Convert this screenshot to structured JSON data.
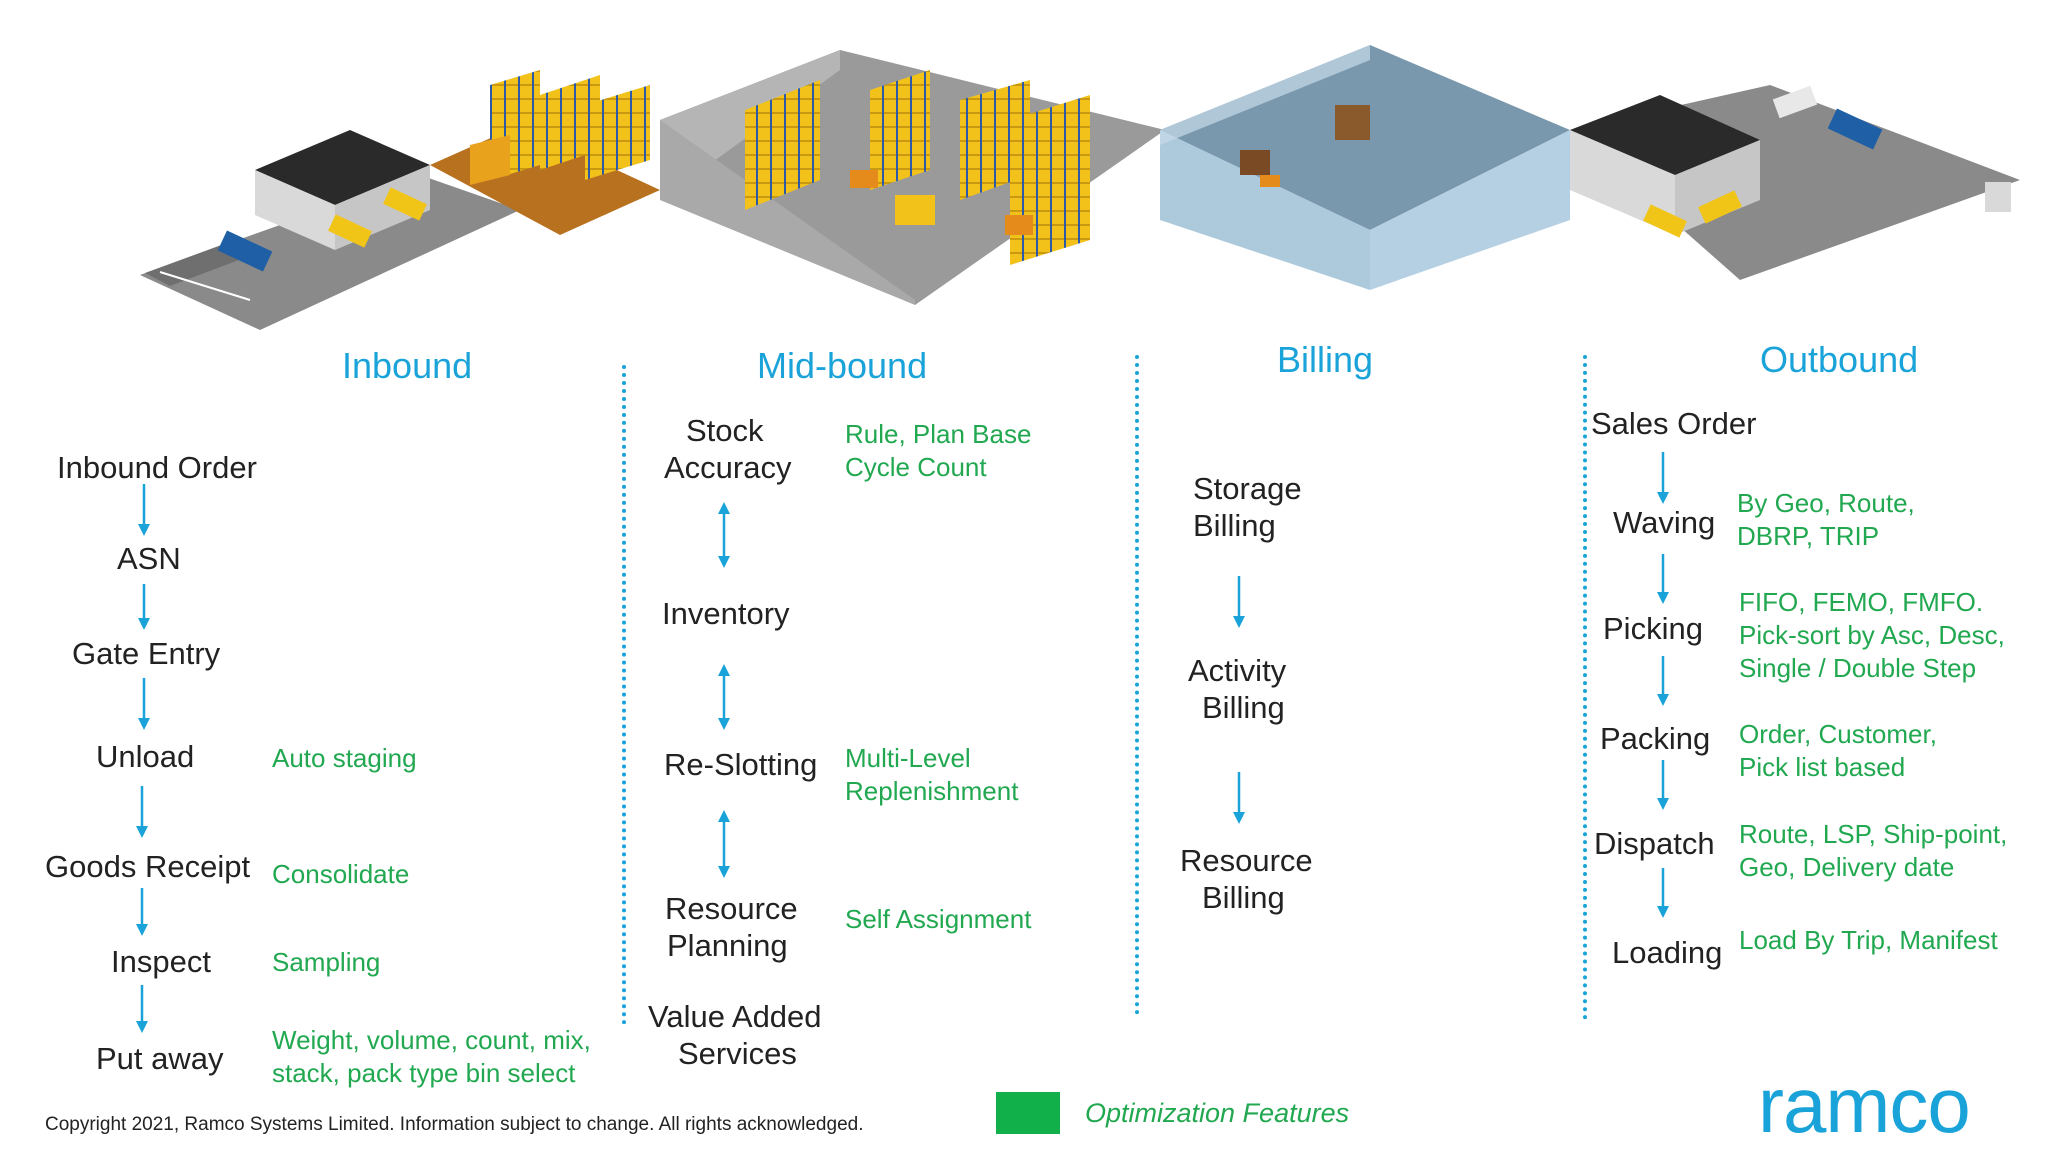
{
  "columns": {
    "inbound": {
      "title": "Inbound",
      "steps": [
        "Inbound Order",
        "ASN",
        "Gate Entry",
        "Unload",
        "Goods Receipt",
        "Inspect",
        "Put away"
      ],
      "features": {
        "unload": "Auto staging",
        "goods_receipt": "Consolidate",
        "inspect": "Sampling",
        "put_away": [
          "Weight, volume, count, mix,",
          "stack, pack type bin select"
        ]
      }
    },
    "midbound": {
      "title": "Mid-bound",
      "steps": [
        [
          "Stock",
          "Accuracy"
        ],
        "Inventory",
        "Re-Slotting",
        [
          "Resource",
          "Planning"
        ],
        [
          "Value Added",
          "Services"
        ]
      ],
      "features": {
        "stock_accuracy": [
          "Rule, Plan Base",
          "Cycle Count"
        ],
        "re_slotting": [
          "Multi-Level",
          "Replenishment"
        ],
        "resource_planning": "Self Assignment"
      }
    },
    "billing": {
      "title": "Billing",
      "steps": [
        [
          "Storage",
          "Billing"
        ],
        [
          "Activity",
          "Billing"
        ],
        [
          "Resource",
          "Billing"
        ]
      ]
    },
    "outbound": {
      "title": "Outbound",
      "steps": [
        "Sales Order",
        "Waving",
        "Picking",
        "Packing",
        "Dispatch",
        "Loading"
      ],
      "features": {
        "waving": [
          "By Geo, Route,",
          "DBRP, TRIP"
        ],
        "picking": [
          "FIFO, FEMO, FMFO.",
          "Pick-sort by Asc, Desc,",
          "Single / Double Step"
        ],
        "packing": [
          "Order, Customer,",
          "Pick list based"
        ],
        "dispatch": [
          "Route, LSP, Ship-point,",
          "Geo, Delivery date"
        ],
        "loading": "Load By Trip, Manifest"
      }
    }
  },
  "footer": {
    "copyright": "Copyright 2021, Ramco Systems Limited. Information subject to change. All rights acknowledged.",
    "legend_label": "Optimization Features",
    "legend_color": "#12b04a",
    "logo": "ramco"
  },
  "colors": {
    "accent": "#1aa3d9",
    "feature": "#21a850",
    "text": "#222222"
  },
  "illustration": {
    "description_icon": "warehouse-isometric-illustration"
  }
}
